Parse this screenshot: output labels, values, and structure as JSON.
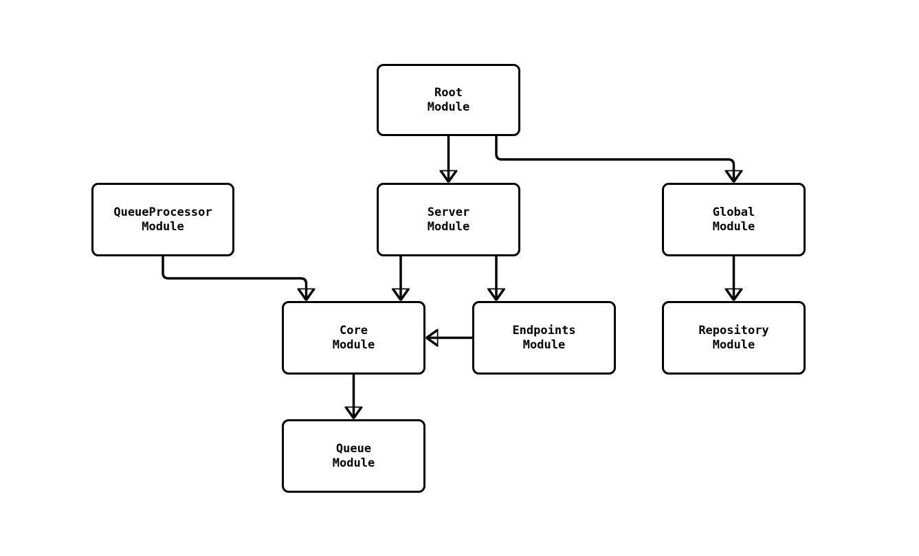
{
  "diagram": {
    "type": "module-dependency-flowchart",
    "background_color": "#ffffff",
    "node_fill_color": "#ffffff",
    "node_border_color": "#000000",
    "edge_color": "#000000",
    "text_color": "#000000",
    "nodes": [
      {
        "id": "root",
        "line1": "Root",
        "line2": "Module"
      },
      {
        "id": "queueprocessor",
        "line1": "QueueProcessor",
        "line2": "Module"
      },
      {
        "id": "server",
        "line1": "Server",
        "line2": "Module"
      },
      {
        "id": "global",
        "line1": "Global",
        "line2": "Module"
      },
      {
        "id": "core",
        "line1": "Core",
        "line2": "Module"
      },
      {
        "id": "endpoints",
        "line1": "Endpoints",
        "line2": "Module"
      },
      {
        "id": "repository",
        "line1": "Repository",
        "line2": "Module"
      },
      {
        "id": "queue",
        "line1": "Queue",
        "line2": "Module"
      }
    ],
    "edges": [
      {
        "from": "Root Module",
        "to": "Server Module"
      },
      {
        "from": "Root Module",
        "to": "Global Module"
      },
      {
        "from": "QueueProcessor Module",
        "to": "Core Module"
      },
      {
        "from": "Server Module",
        "to": "Core Module"
      },
      {
        "from": "Server Module",
        "to": "Endpoints Module"
      },
      {
        "from": "Endpoints Module",
        "to": "Core Module"
      },
      {
        "from": "Global Module",
        "to": "Repository Module"
      },
      {
        "from": "Core Module",
        "to": "Queue Module"
      }
    ]
  }
}
